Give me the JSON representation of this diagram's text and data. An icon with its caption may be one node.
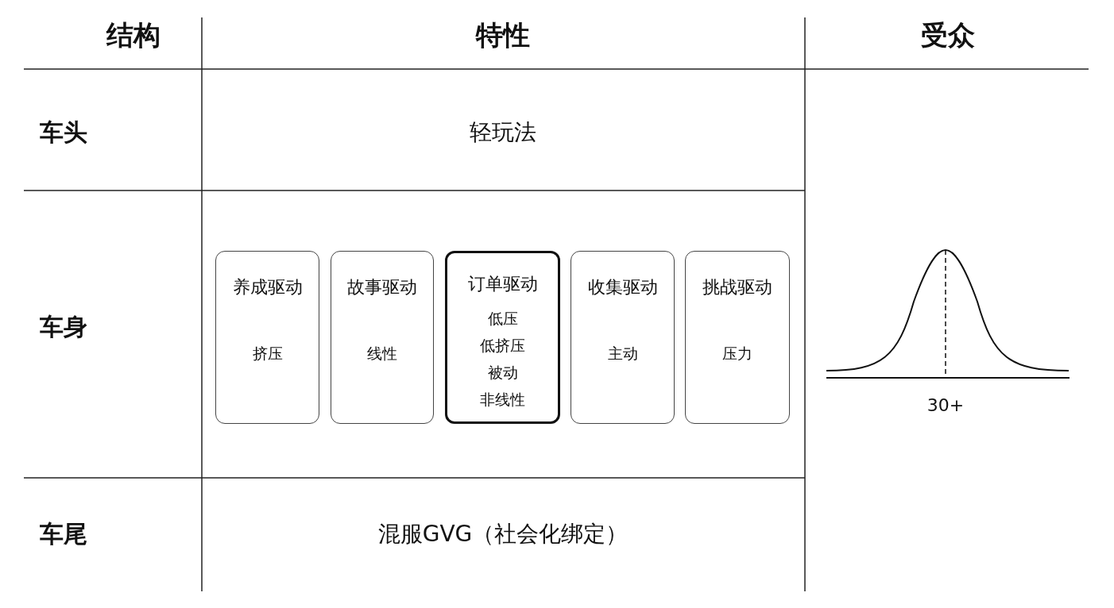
{
  "diagram": {
    "nodes": [
      {
        "text": [
          "养成驱动",
          "挤压"
        ]
      },
      {
        "text": [
          "故事驱动",
          "线性"
        ]
      },
      {
        "text": [
          "订单驱动",
          "低压",
          "低挤压",
          "被动",
          "非线性"
        ]
      },
      {
        "text": [
          "收集驱动",
          "主动"
        ]
      },
      {
        "text": [
          "挑战驱动",
          "压力"
        ]
      }
    ],
    "labels": [
      "结构",
      "特性",
      "受众",
      "车头",
      "轻玩法",
      "车身",
      "30+",
      "车尾",
      "混服GVG（社会化绑定）"
    ]
  }
}
